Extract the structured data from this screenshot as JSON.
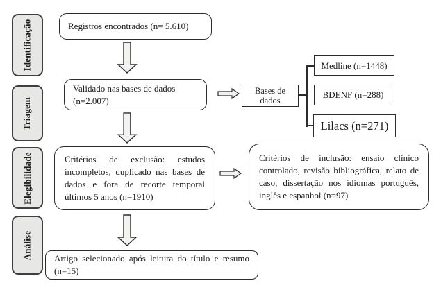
{
  "diagram": {
    "type": "prisma-flowchart",
    "colors": {
      "background": "#ffffff",
      "box_border": "#2b2b2b",
      "stage_fill": "#e7e7e5",
      "stage_border": "#3f3f3f",
      "arrow_fill": "#f2f2f0",
      "text": "#1c1c1c"
    },
    "sidebar": {
      "stages": [
        {
          "label": "Identificação"
        },
        {
          "label": "Triagem"
        },
        {
          "label": "Elegibilidade"
        },
        {
          "label": "Análise"
        }
      ]
    },
    "flow": {
      "records_found": "Registros encontrados (n= 5.610)",
      "validated": "Validado nas bases de dados (n=2.007)",
      "databases_label": "Bases de dados",
      "databases": [
        {
          "label": "Medline (n=1448)"
        },
        {
          "label": "BDENF (n=288)"
        },
        {
          "label": "Lilacs (n=271)"
        }
      ],
      "exclusion": "Critérios de exclusão: estudos incompletos, duplicado nas bases de dados e fora de recorte temporal últimos 5 anos (n=1910)",
      "inclusion": "Critérios de inclusão: ensaio clínico controlado, revisão bibliográfica, relato de caso, dissertação nos idiomas português, inglês e espanhol (n=97)",
      "selected": "Artigo selecionado após leitura do título e resumo (n=15)"
    }
  }
}
